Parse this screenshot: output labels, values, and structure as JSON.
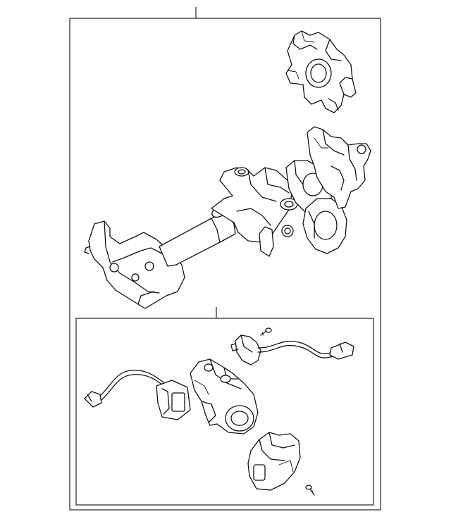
{
  "diagram": {
    "callouts": [
      {
        "id": "callout-top",
        "label": ""
      },
      {
        "id": "callout-inner",
        "label": ""
      }
    ],
    "parts": [
      "steering-column-assembly",
      "ignition-bracket-housing",
      "ignition-switch-lock-cylinder",
      "key-reminder-switch-harness",
      "immobilizer-coil-harness",
      "lock-cylinder-cover",
      "mounting-screw"
    ]
  }
}
